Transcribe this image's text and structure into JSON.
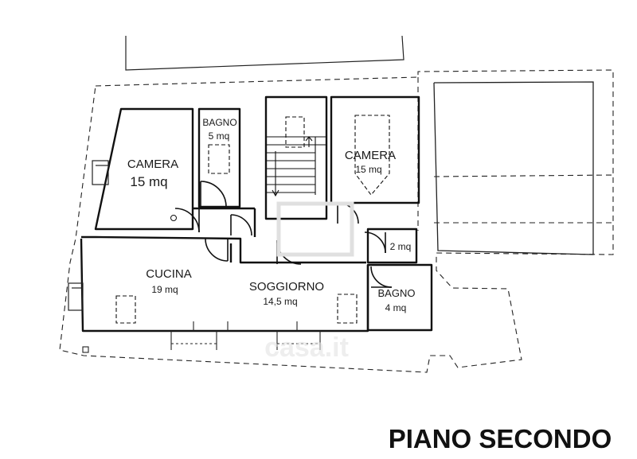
{
  "plan": {
    "rooms": {
      "camera_west": {
        "name": "CAMERA",
        "area": "15 mq"
      },
      "bagno_north": {
        "name": "BAGNO",
        "area": "5 mq"
      },
      "camera_east": {
        "name": "CAMERA",
        "area": "15 mq"
      },
      "closet": {
        "area": "2 mq"
      },
      "cucina": {
        "name": "CUCINA",
        "area": "19 mq"
      },
      "soggiorno": {
        "name": "SOGGIORNO",
        "area": "14,5 mq"
      },
      "bagno_south": {
        "name": "BAGNO",
        "area": "4 mq"
      }
    },
    "floor_title": "PIANO SECONDO",
    "watermark": "casa.it"
  }
}
